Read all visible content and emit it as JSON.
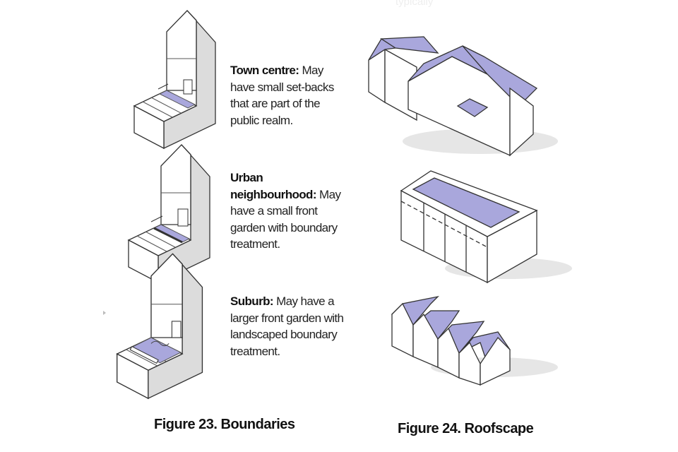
{
  "faint_top_text": "typically",
  "figure23": {
    "caption": "Figure 23.  Boundaries",
    "items": [
      {
        "title": "Town centre:",
        "text": " May have small set-backs that are part of the public realm."
      },
      {
        "title": "Urban neighbourhood:",
        "text": " May have a small front garden with boundary treatment."
      },
      {
        "title": "Suburb:",
        "text": " May have a larger front garden with landscaped boundary treatment."
      }
    ]
  },
  "figure24": {
    "caption": "Figure 24.  Roofscape"
  },
  "colors": {
    "roof": "#a9a7dc",
    "shade": "#dcdcdc",
    "line": "#333333"
  }
}
